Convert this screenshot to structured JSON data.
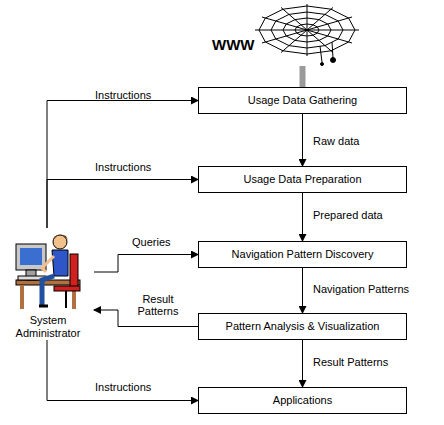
{
  "diagram": {
    "nodes": [
      {
        "text": [
          "WWW"
        ]
      },
      {
        "text": [
          "Usage Data Gathering"
        ]
      },
      {
        "text": [
          "Usage Data Preparation"
        ]
      },
      {
        "text": [
          "Navigation Pattern Discovery"
        ]
      },
      {
        "text": [
          "Pattern Analysis & Visualization"
        ]
      },
      {
        "text": [
          "Applications"
        ]
      },
      {
        "text": [
          "System Administrator"
        ]
      }
    ],
    "edges": [
      {
        "from": 0,
        "to": 1,
        "arrow": "none"
      },
      {
        "from": 1,
        "to": 2,
        "label": "Raw data",
        "arrow": "to"
      },
      {
        "from": 2,
        "to": 3,
        "label": "Prepared data",
        "arrow": "to"
      },
      {
        "from": 3,
        "to": 4,
        "label": "Navigation Patterns",
        "arrow": "to"
      },
      {
        "from": 4,
        "to": 5,
        "label": "Result Patterns",
        "arrow": "to"
      },
      {
        "from": 6,
        "to": 1,
        "label": "Instructions",
        "arrow": "to"
      },
      {
        "from": 6,
        "to": 2,
        "label": "Instructions",
        "arrow": "to"
      },
      {
        "from": 6,
        "to": 3,
        "label": "Queries",
        "arrow": "to"
      },
      {
        "from": 4,
        "to": 6,
        "label": "Result Patterns",
        "arrow": "to"
      },
      {
        "from": 6,
        "to": 5,
        "label": "Instructions",
        "arrow": "to"
      }
    ]
  }
}
